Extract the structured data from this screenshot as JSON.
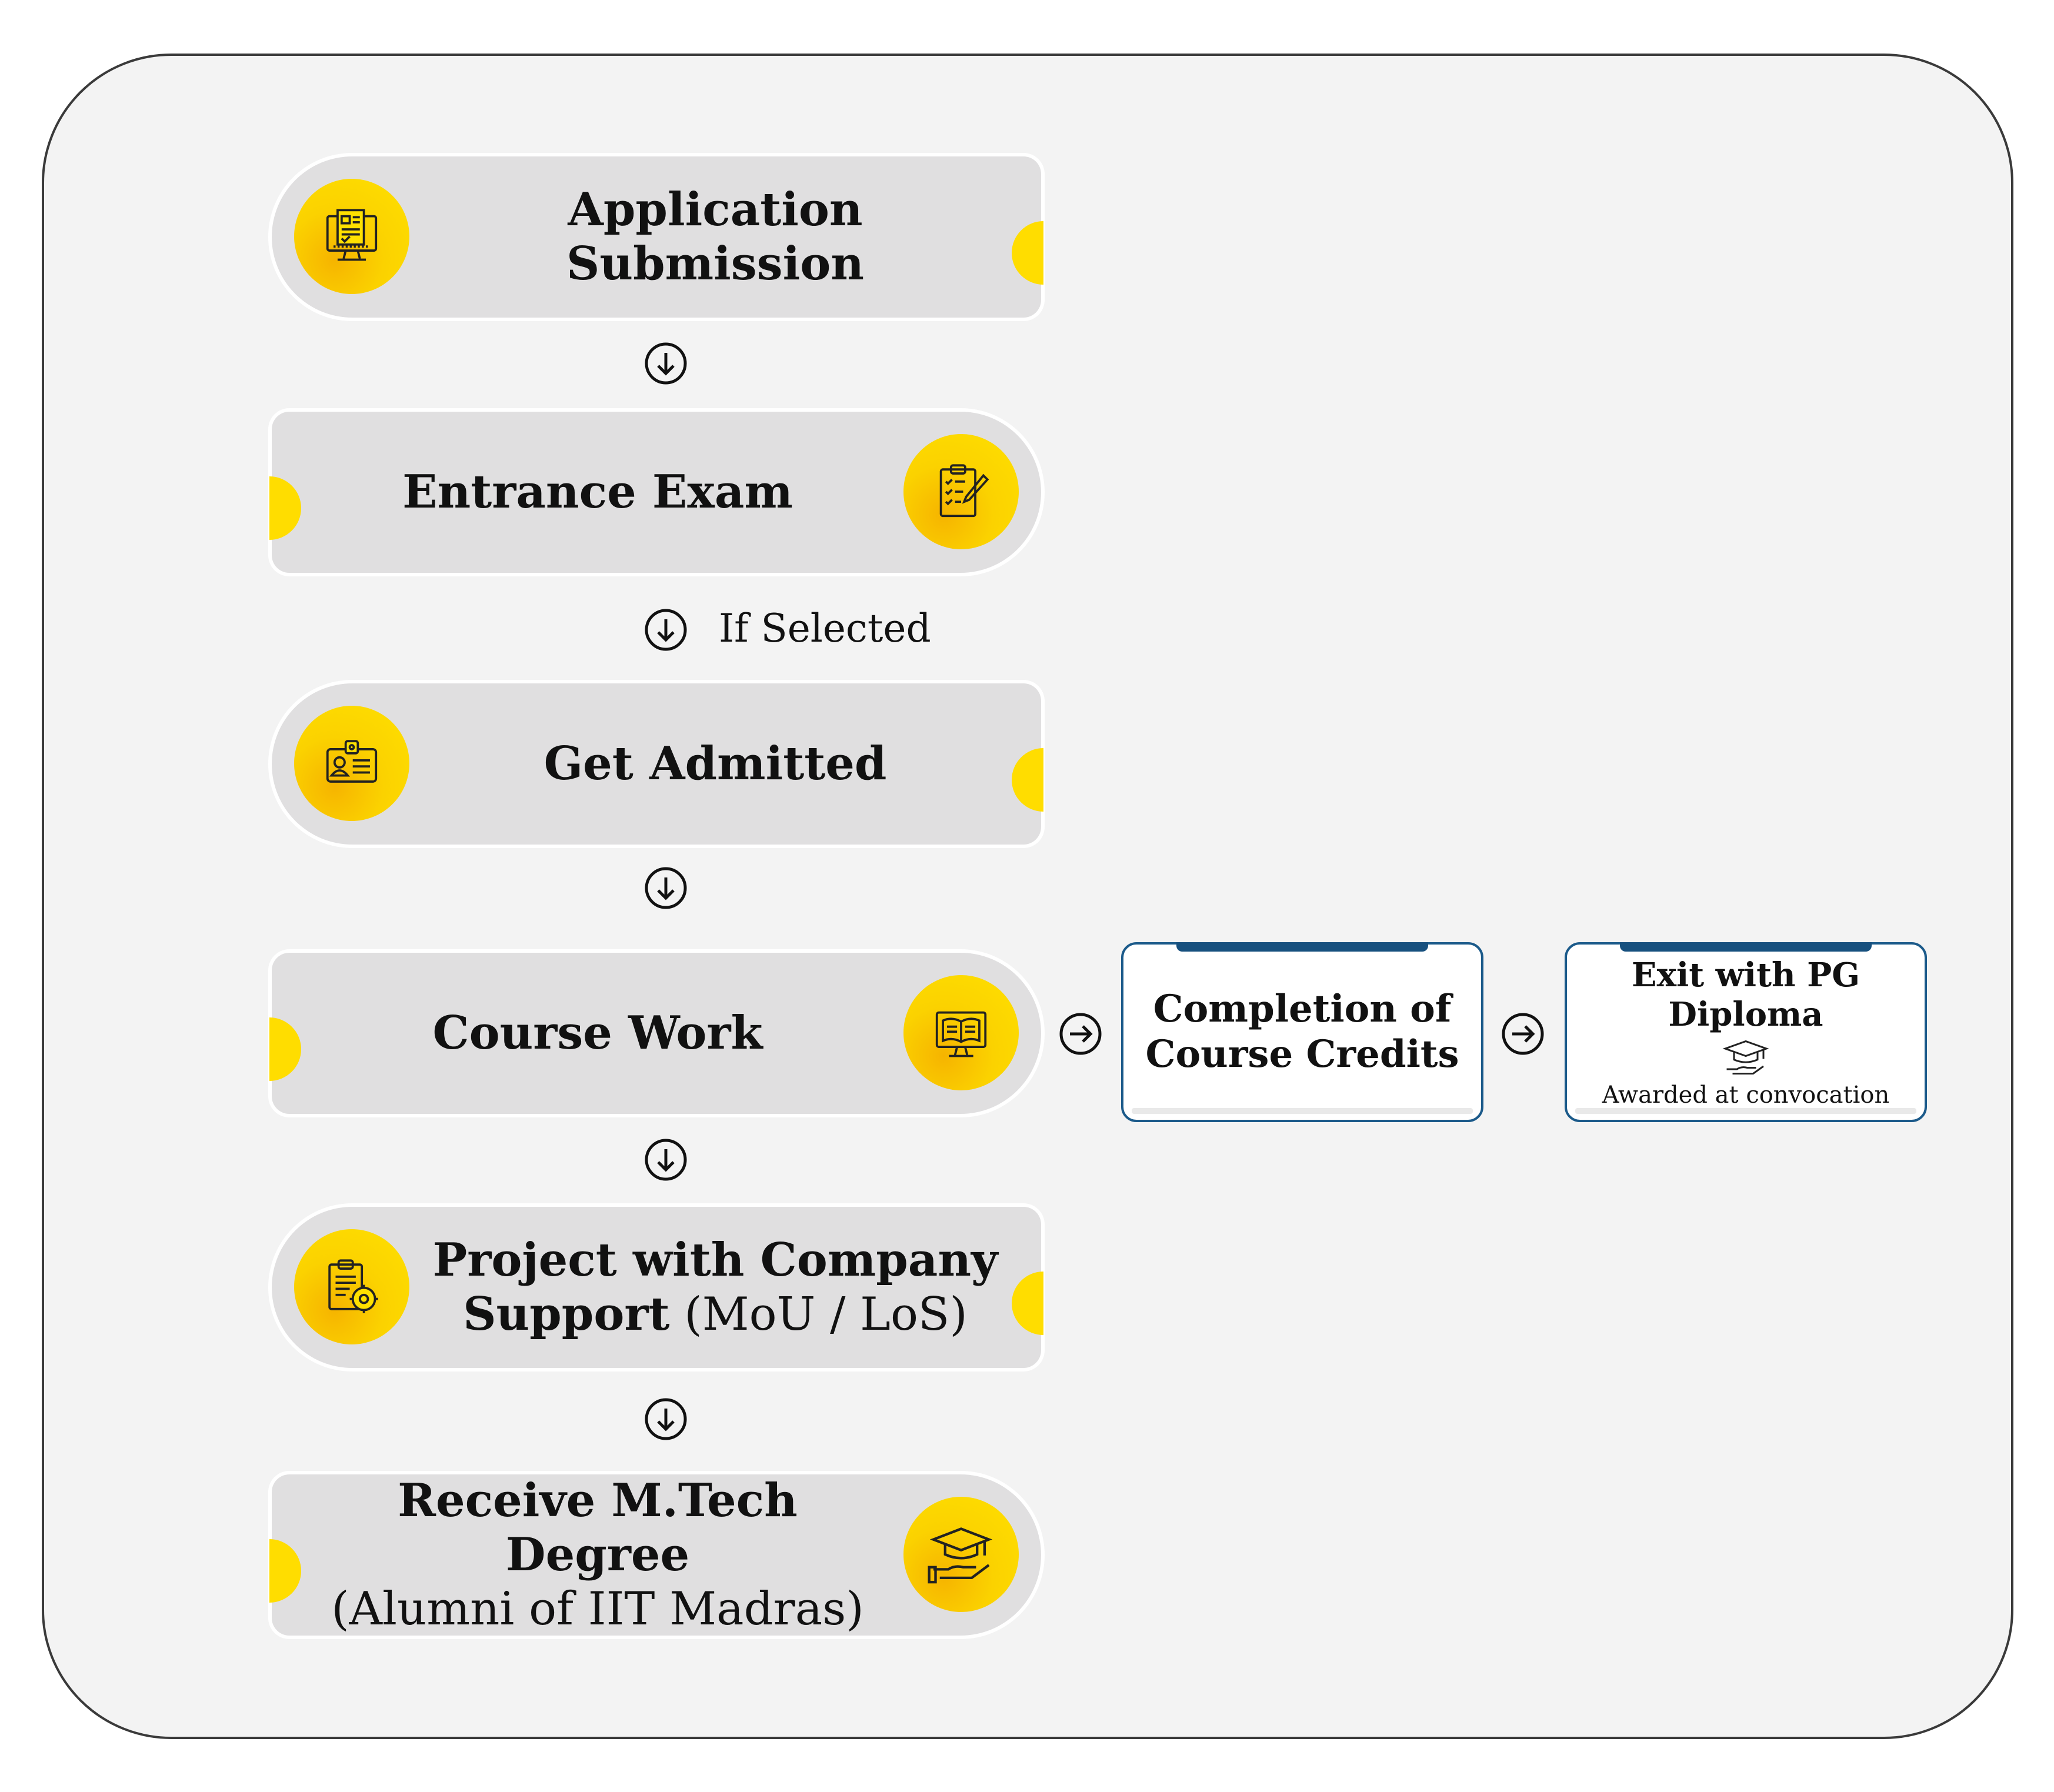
{
  "steps": [
    {
      "title": "Application Submission",
      "icon": "application-form-icon"
    },
    {
      "title": "Entrance Exam",
      "icon": "exam-clipboard-icon"
    },
    {
      "title": "Get Admitted",
      "icon": "id-card-icon"
    },
    {
      "title": "Course Work",
      "icon": "online-book-icon"
    },
    {
      "title_bold": "Project with Company Support",
      "title_line1": "Project with Company",
      "title_line2_bold": "Support",
      "title_line2_rest": " (MoU / LoS)",
      "icon": "project-gear-icon"
    },
    {
      "title_line1": "Receive M.Tech Degree",
      "title_line2": "(Alumni of IIT Madras)",
      "icon": "graduation-hand-icon"
    }
  ],
  "connector_note": "If Selected",
  "cards": {
    "completion": {
      "line1": "Completion of",
      "line2": "Course Credits"
    },
    "exit": {
      "title": "Exit with PG Diploma",
      "subtitle": "Awarded at convocation",
      "icon": "graduation-cap-icon"
    }
  },
  "colors": {
    "accent_yellow": "#ffdd00",
    "card_border": "#1b5a8a",
    "step_bg": "#e0dfe0",
    "frame_bg": "#f3f3f3"
  }
}
